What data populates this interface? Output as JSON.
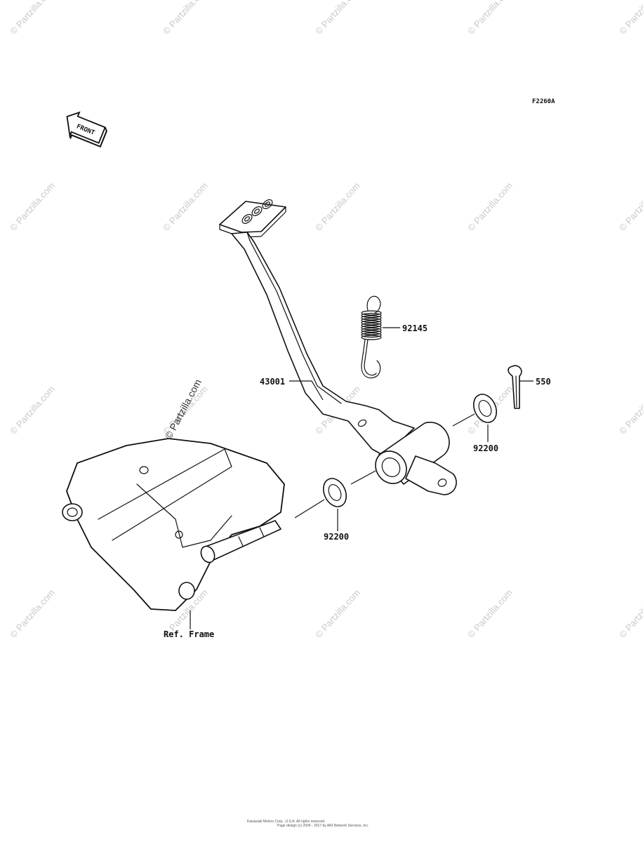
{
  "figure_code": "F2260A",
  "front_label": "FRONT",
  "watermark_text": "© Partzilla.com",
  "parts": [
    {
      "number": "43001"
    },
    {
      "number": "92145"
    },
    {
      "number": "550"
    },
    {
      "number": "92200"
    },
    {
      "number": "92200"
    }
  ],
  "frame_reference": "Ref. Frame",
  "footer_lines": [
    "Kawasaki Motors Corp., U.S.A. All rights reserved.",
    "Page design (c) 2004 - 2017 by ARI Network Services, Inc."
  ]
}
